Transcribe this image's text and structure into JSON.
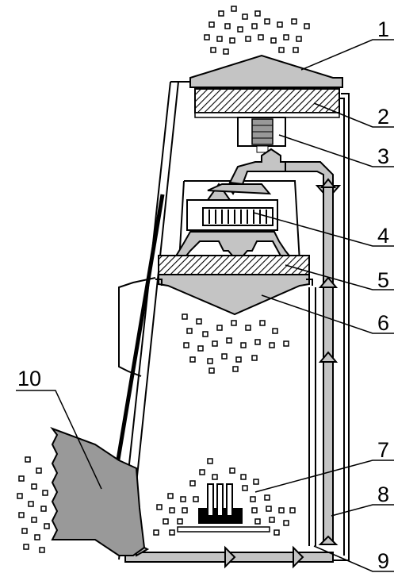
{
  "diagram": {
    "labels": [
      {
        "id": "1",
        "text": "1"
      },
      {
        "id": "2",
        "text": "2"
      },
      {
        "id": "3",
        "text": "3"
      },
      {
        "id": "4",
        "text": "4"
      },
      {
        "id": "5",
        "text": "5"
      },
      {
        "id": "6",
        "text": "6"
      },
      {
        "id": "7",
        "text": "7"
      },
      {
        "id": "8",
        "text": "8"
      },
      {
        "id": "9",
        "text": "9"
      },
      {
        "id": "10",
        "text": "10"
      }
    ]
  },
  "colors": {
    "flow": "#c4c4c4",
    "fan_gray": "#999999",
    "line": "#000000",
    "background": "#ffffff"
  }
}
